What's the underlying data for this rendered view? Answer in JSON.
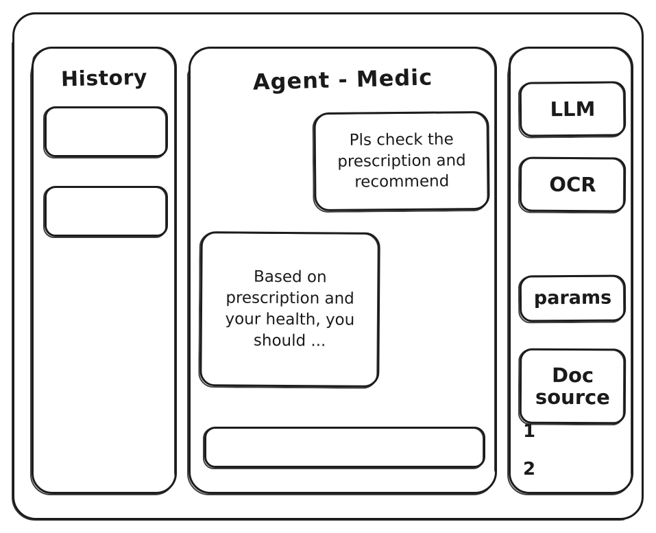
{
  "window": {
    "style": "hand-drawn-wireframe",
    "stroke_color": "#1c1c1c",
    "background_color": "#ffffff"
  },
  "history": {
    "title": "History",
    "items": [
      {
        "label": ""
      },
      {
        "label": ""
      }
    ]
  },
  "agent": {
    "title": "Agent - Medic",
    "messages": [
      {
        "role": "user",
        "text": "Pls check the prescription and recommend"
      },
      {
        "role": "assistant",
        "text": "Based on prescription and your health, you should ..."
      }
    ],
    "composer": {
      "value": "",
      "placeholder": ""
    }
  },
  "tools": {
    "buttons": [
      {
        "label": "LLM"
      },
      {
        "label": "OCR"
      },
      {
        "label": "params"
      }
    ],
    "doc_source": {
      "label_line_1": "Doc",
      "label_line_2": "source",
      "items": [
        "1",
        "2"
      ]
    }
  }
}
